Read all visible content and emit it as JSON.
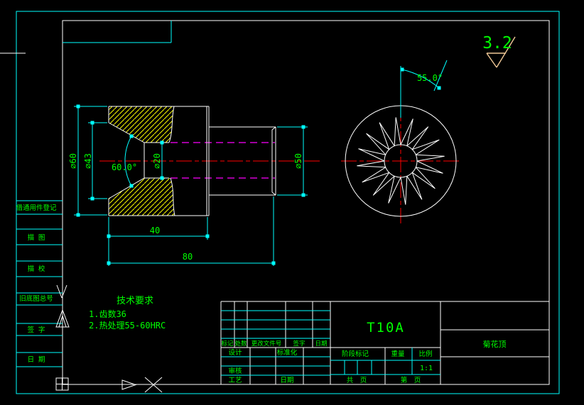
{
  "colors": {
    "background": "#000000",
    "frame": "#00ffff",
    "outline": "#ffffff",
    "text": "#00ff00",
    "centerline": "#ff0000",
    "hidden_line": "#ff00ff",
    "hatch": "#ffff00",
    "finish_symbol": "#f0c896"
  },
  "surface_finish": {
    "value": "3.2"
  },
  "left_strip": {
    "labels": [
      "借通用件登记",
      "描 图",
      "描 校",
      "旧底图总号",
      "签 字",
      "日 期"
    ]
  },
  "tech_req": {
    "title": "技术要求",
    "item_1": "1.齿数36",
    "item_2": "2.热处理55-60HRC"
  },
  "view_dims": {
    "d60": "∅60",
    "d43": "∅43",
    "d20": "∅20",
    "d50": "∅50",
    "angle_cone": "60.0°",
    "len_40": "40",
    "len_80": "80",
    "angle_face": "55.0°"
  },
  "cutter": {
    "teeth": 16
  },
  "title_block": {
    "change_headers": [
      "标记",
      "处数",
      "更改文件号",
      "签字",
      "日期"
    ],
    "design": "设计",
    "standardize": "标准化",
    "review": "审核",
    "process": "工艺",
    "date": "日期",
    "material": "T10A",
    "stage": "阶段标记",
    "weight": "重量",
    "scale": "比例",
    "scale_value": "1:1",
    "sheets_total": "共　页",
    "sheet_no": "第　页",
    "part_name": "菊花顶"
  }
}
